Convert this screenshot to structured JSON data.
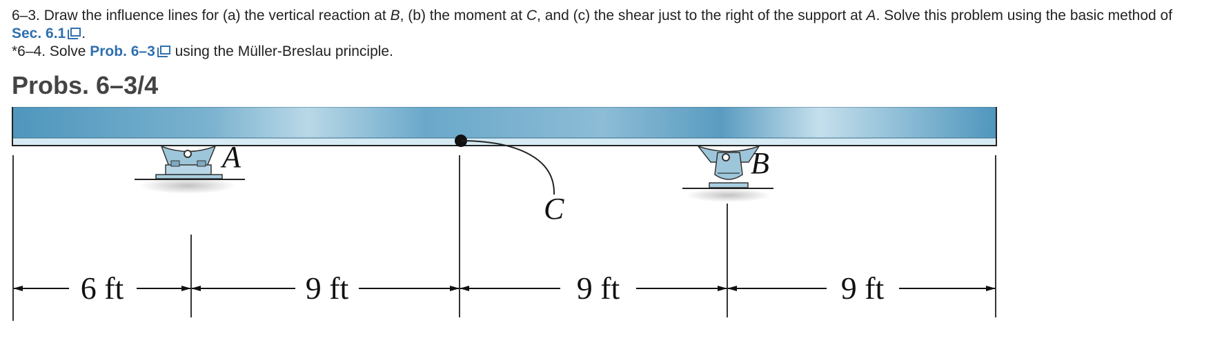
{
  "problem": {
    "p63_text_1": "6–3. Draw the influence lines for (a) the vertical reaction at ",
    "p63_var_B": "B",
    "p63_text_2": ", (b) the moment at ",
    "p63_var_C": "C",
    "p63_text_3": ", and (c) the shear just to the right of the support at ",
    "p63_var_A": "A",
    "p63_text_4": ". Solve this problem using the basic method of ",
    "p63_link": "Sec. 6.1",
    "p63_end": ".",
    "p64_text_1": "*6–4. Solve ",
    "p64_link": "Prob. 6–3",
    "p64_text_2": " using the Müller-Breslau principle."
  },
  "figure": {
    "title": "Probs. 6–3/4",
    "labels": {
      "A": "A",
      "B": "B",
      "C": "C"
    },
    "dimensions": [
      "6 ft",
      "9 ft",
      "9 ft",
      "9 ft"
    ]
  },
  "colors": {
    "beam_dark": "#4f96bd",
    "beam_light": "#c5dfec",
    "beam_edge": "#d6ebf4",
    "support": "#9ec6da",
    "link": "#2f6fae"
  },
  "icons": {
    "link": "external-link-icon"
  }
}
